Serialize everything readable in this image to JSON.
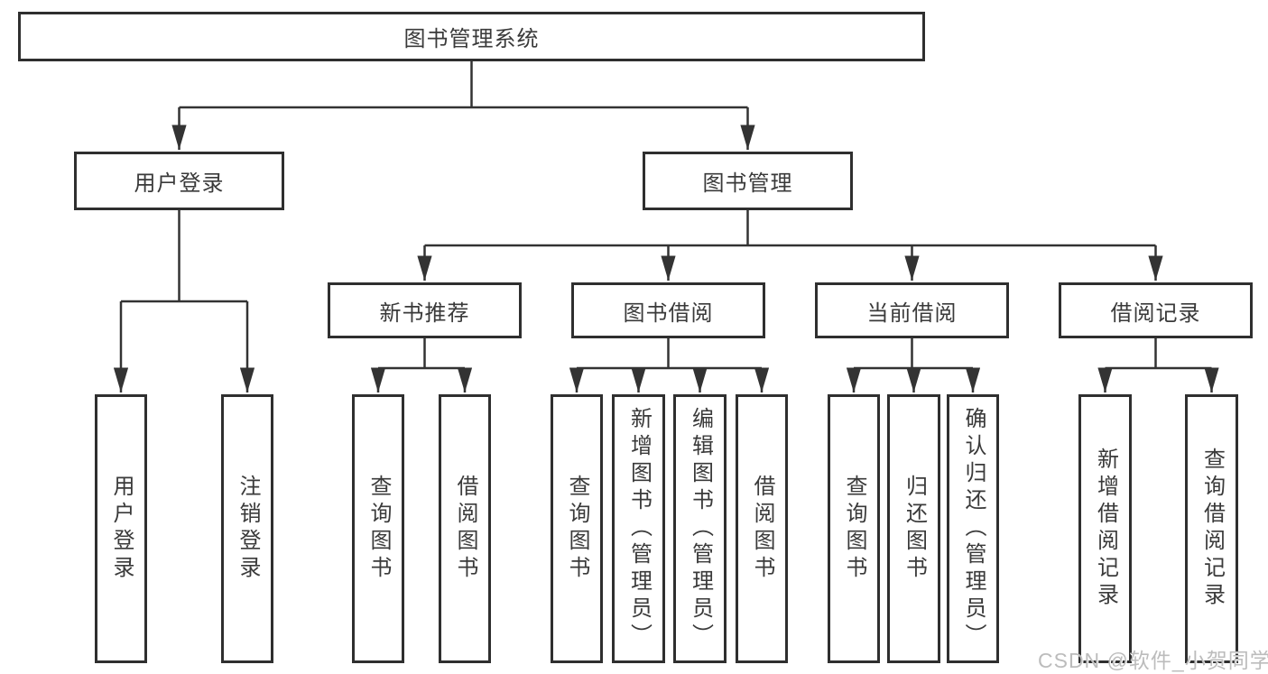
{
  "colors": {
    "line": "#333333",
    "box_border": "#2f2f2f",
    "text": "#3a3a3a",
    "watermark": "#bcbcbc",
    "background": "#ffffff"
  },
  "tree": {
    "root": {
      "label": "图书管理系统"
    },
    "level1": [
      {
        "label": "用户登录",
        "children": [
          {
            "label": "用户登录"
          },
          {
            "label": "注销登录"
          }
        ]
      },
      {
        "label": "图书管理",
        "children": [
          {
            "label": "新书推荐",
            "children": [
              {
                "label": "查询图书"
              },
              {
                "label": "借阅图书"
              }
            ]
          },
          {
            "label": "图书借阅",
            "children": [
              {
                "label": "查询图书"
              },
              {
                "label": "新增图书（管理员）"
              },
              {
                "label": "编辑图书（管理员）"
              },
              {
                "label": "借阅图书"
              }
            ]
          },
          {
            "label": "当前借阅",
            "children": [
              {
                "label": "查询图书"
              },
              {
                "label": "归还图书"
              },
              {
                "label": "确认归还（管理员）"
              }
            ]
          },
          {
            "label": "借阅记录",
            "children": [
              {
                "label": "新增借阅记录"
              },
              {
                "label": "查询借阅记录"
              }
            ]
          }
        ]
      }
    ]
  },
  "watermark": {
    "text": "CSDN @软件_小贺同学"
  }
}
